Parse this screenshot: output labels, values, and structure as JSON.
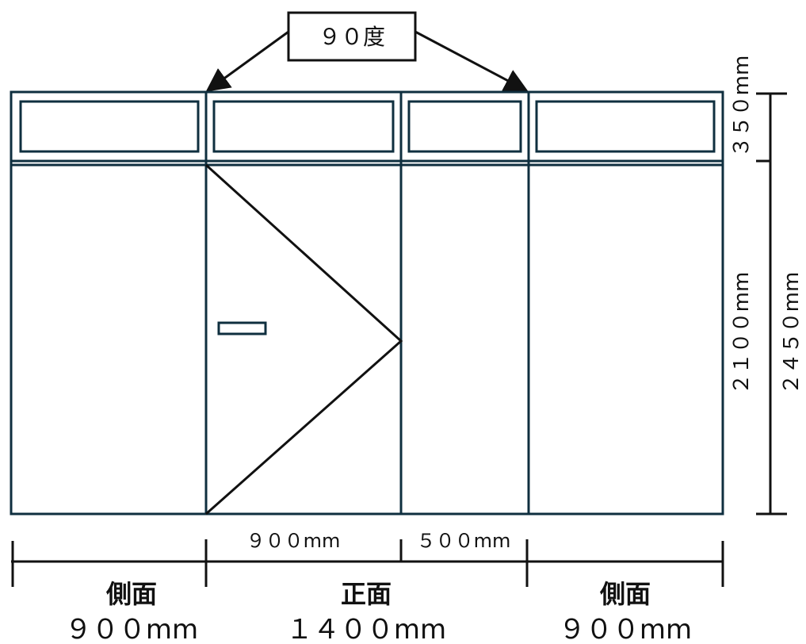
{
  "callout": {
    "label": "９０度"
  },
  "dimensions": {
    "transom_height": "３５０mm",
    "door_height": "２１００mm",
    "total_height": "２４５０mm",
    "door_leaf_width": "９００mm",
    "fixed_panel_width": "５００mm"
  },
  "sections": {
    "left": {
      "name": "側面",
      "width": "９００mm"
    },
    "front": {
      "name": "正面",
      "width": "１４００mm"
    },
    "right": {
      "name": "側面",
      "width": "９００mm"
    }
  },
  "colors": {
    "frame": "#0f2f3f",
    "line": "#111111"
  }
}
